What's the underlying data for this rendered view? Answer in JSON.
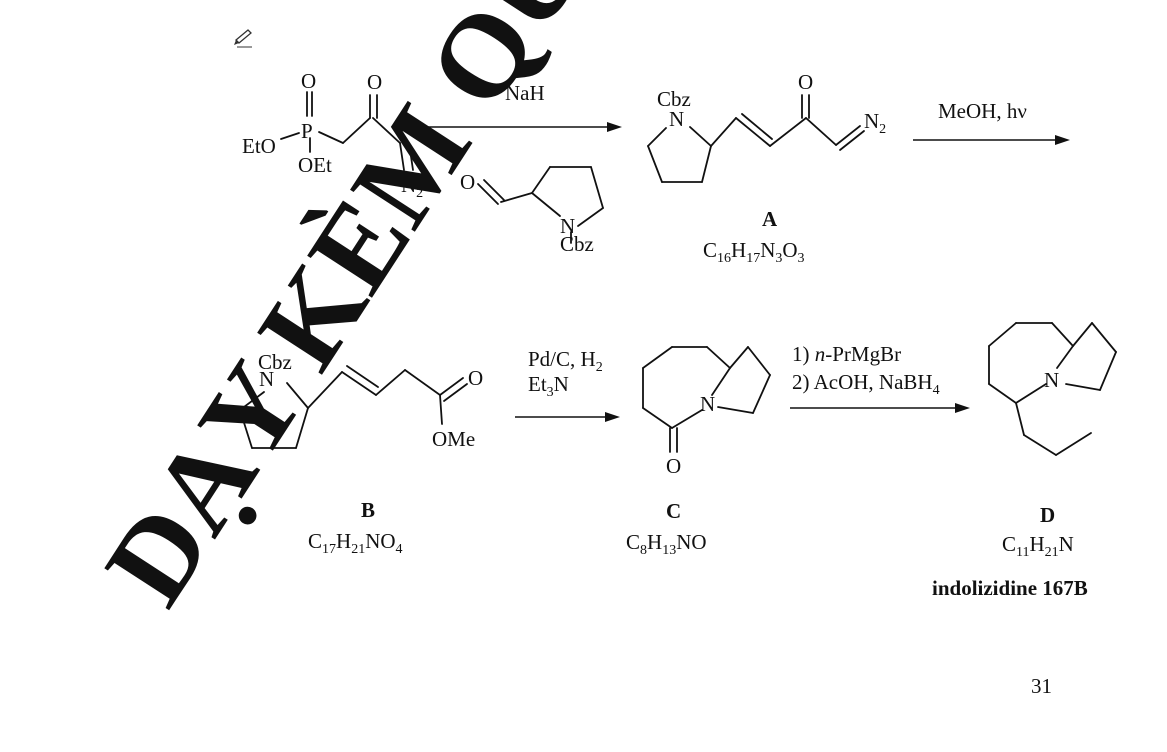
{
  "page_number": "31",
  "watermark": "DẠY KÈM QUY",
  "colors": {
    "watermark": "#ff1a1a",
    "ink": "#111111"
  },
  "icons": {
    "margin_mark": "pencil-icon"
  },
  "reactant": {
    "o_upper": "O",
    "o_ketone": "O",
    "p": "P",
    "eto": "EtO",
    "oet": "OEt",
    "n2": "N",
    "n2_sub": "2"
  },
  "aldehyde": {
    "o": "O",
    "n": "N",
    "cbz": "Cbz"
  },
  "step1": {
    "reagent": "NaH"
  },
  "compound_a": {
    "cbz": "Cbz",
    "n": "N",
    "o": "O",
    "n2": "N",
    "n2_sub": "2",
    "label": "A",
    "formula": [
      "C",
      "16",
      "H",
      "17",
      "N",
      "3",
      "O",
      "3"
    ]
  },
  "step2": {
    "reagent": "MeOH, hν"
  },
  "compound_b": {
    "cbz": "Cbz",
    "n": "N",
    "o": "O",
    "ome": "OMe",
    "label": "B",
    "formula": [
      "C",
      "17",
      "H",
      "21",
      "NO",
      "4"
    ]
  },
  "step3": {
    "line1_text": "Pd/C, H",
    "line1_sub": "2",
    "line2_text": "Et",
    "line2_sub": "3",
    "line2_end": "N"
  },
  "compound_c": {
    "n": "N",
    "o": "O",
    "label": "C",
    "formula": [
      "C",
      "8",
      "H",
      "13",
      "NO"
    ]
  },
  "step4": {
    "line1_num": "1) ",
    "line1_italic": "n",
    "line1_text": "-PrMgBr",
    "line2_text": "2) AcOH, NaBH",
    "line2_sub": "4"
  },
  "compound_d": {
    "n": "N",
    "label": "D",
    "formula": [
      "C",
      "11",
      "H",
      "21",
      "N"
    ],
    "name": "indolizidine 167B"
  }
}
